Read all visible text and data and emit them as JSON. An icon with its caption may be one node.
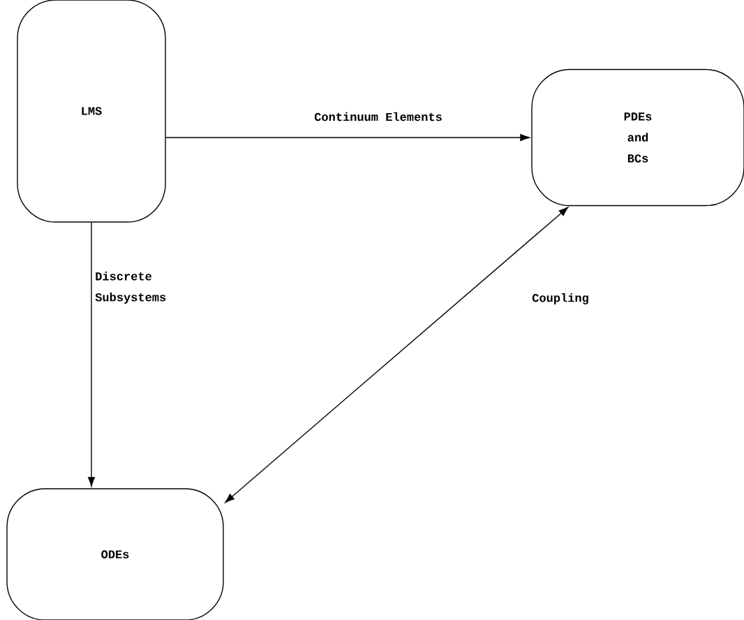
{
  "diagram": {
    "nodes": [
      {
        "text": [
          "LMS"
        ]
      },
      {
        "text": [
          "PDEs and BCs"
        ]
      },
      {
        "text": [
          "ODEs"
        ]
      }
    ],
    "edges": [
      {
        "from": 0,
        "to": 1,
        "arrow": "to",
        "label": "Continuum Elements"
      },
      {
        "from": 0,
        "to": 2,
        "arrow": "to",
        "label": "Discrete Subsystems"
      },
      {
        "from": 1,
        "to": 2,
        "arrow": "both",
        "label": "Coupling"
      }
    ]
  }
}
